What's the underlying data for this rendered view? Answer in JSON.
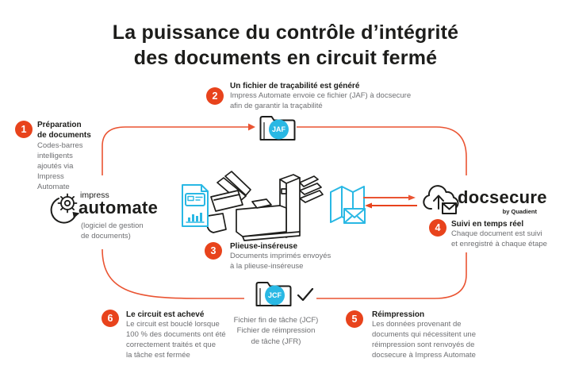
{
  "title": "La puissance du contrôle d’intégrité\ndes documents en circuit fermé",
  "steps": {
    "s1": {
      "num": "1",
      "title": "Préparation\nde documents",
      "body": "Codes-barres\nintelligents\najoutés via\nImpress\nAutomate"
    },
    "s2": {
      "num": "2",
      "title": "Un fichier de traçabilité est généré",
      "body": "Impress Automate envoie ce fichier (JAF) à docsecure\nafin de garantir la traçabilité"
    },
    "s3": {
      "num": "3",
      "title": "Plieuse-inséreuse",
      "body": "Documents imprimés envoyés\nà la plieuse-inséreuse"
    },
    "s4": {
      "num": "4",
      "title": "Suivi en temps réel",
      "body": "Chaque document est suivi\net enregistré à chaque étape"
    },
    "s5": {
      "num": "5",
      "title": "Réimpression",
      "body": "Les données provenant de\ndocuments qui nécessitent une\nréimpression sont renvoyés de\ndocsecure à Impress Automate"
    },
    "s6": {
      "num": "6",
      "title": "Le circuit est achevé",
      "body": "Le circuit est bouclé lorsque\n100 % des documents ont été\ncorrectement traités et que\nla tâche est fermée"
    }
  },
  "files": {
    "jaf_label": "JAF",
    "jcf_label": "JCF",
    "jcf_caption": "Fichier fin de tâche (JCF)\nFichier de réimpression\nde tâche (JFR)"
  },
  "logos": {
    "impress_top": "impress",
    "impress_bottom": "automate",
    "impress_caption": "(logiciel de gestion\nde documents)",
    "docsecure_name": "docsecure",
    "docsecure_byline": "by Quadient"
  },
  "colors": {
    "accent": "#e8431c",
    "line": "#ea5432",
    "cyan": "#29b8e4"
  }
}
